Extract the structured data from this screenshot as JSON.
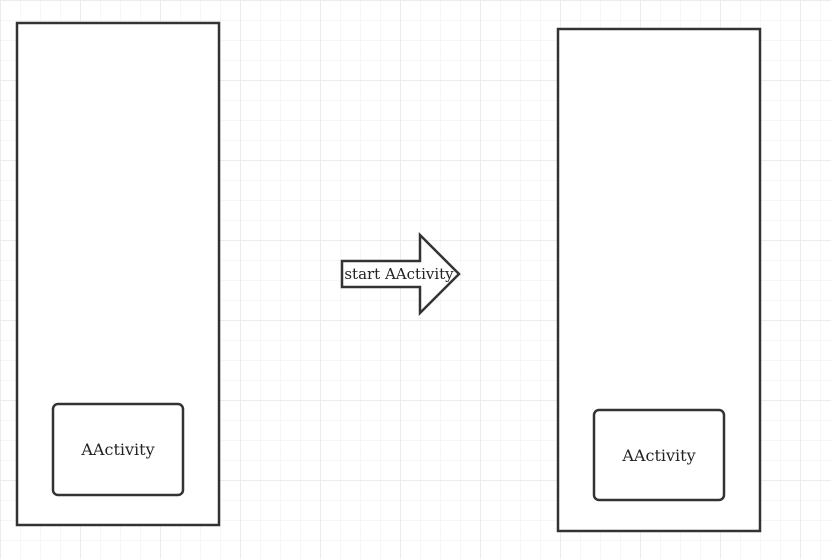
{
  "diagram": {
    "stroke_color": "#333333",
    "left_stack": {
      "activity_label": "AActivity"
    },
    "transition": {
      "label": "start AActivity",
      "icon": "right-arrow-icon"
    },
    "right_stack": {
      "activity_label": "AActivity"
    }
  }
}
